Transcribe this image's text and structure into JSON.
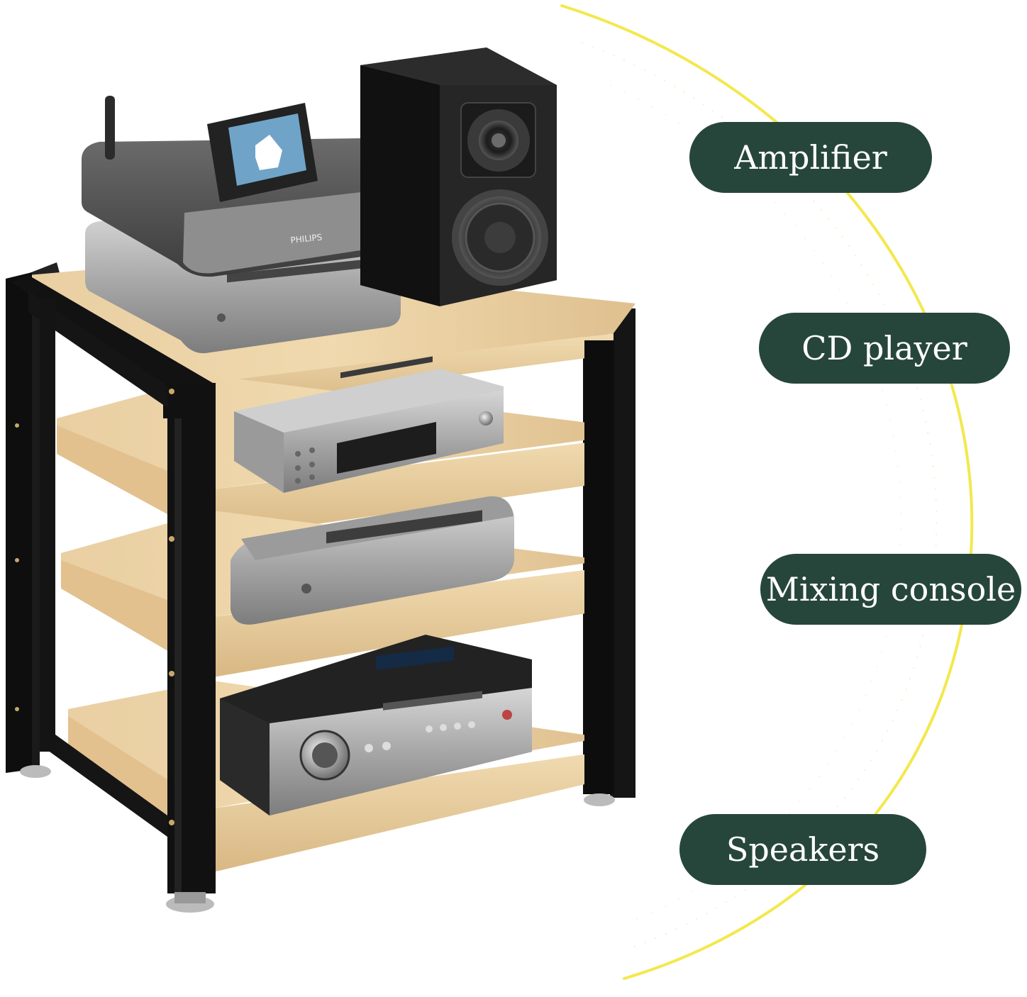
{
  "theme": {
    "pill_color": "#27463b",
    "arc_color": "#f2e64a",
    "wood_color": "#e7c99a",
    "frame_color": "#111111"
  },
  "labels": {
    "amplifier": "Amplifier",
    "cd_player": "CD player",
    "mixing_console": "Mixing console",
    "speakers": "Speakers"
  },
  "devices": {
    "top_unit_brand": "PHILIPS"
  }
}
